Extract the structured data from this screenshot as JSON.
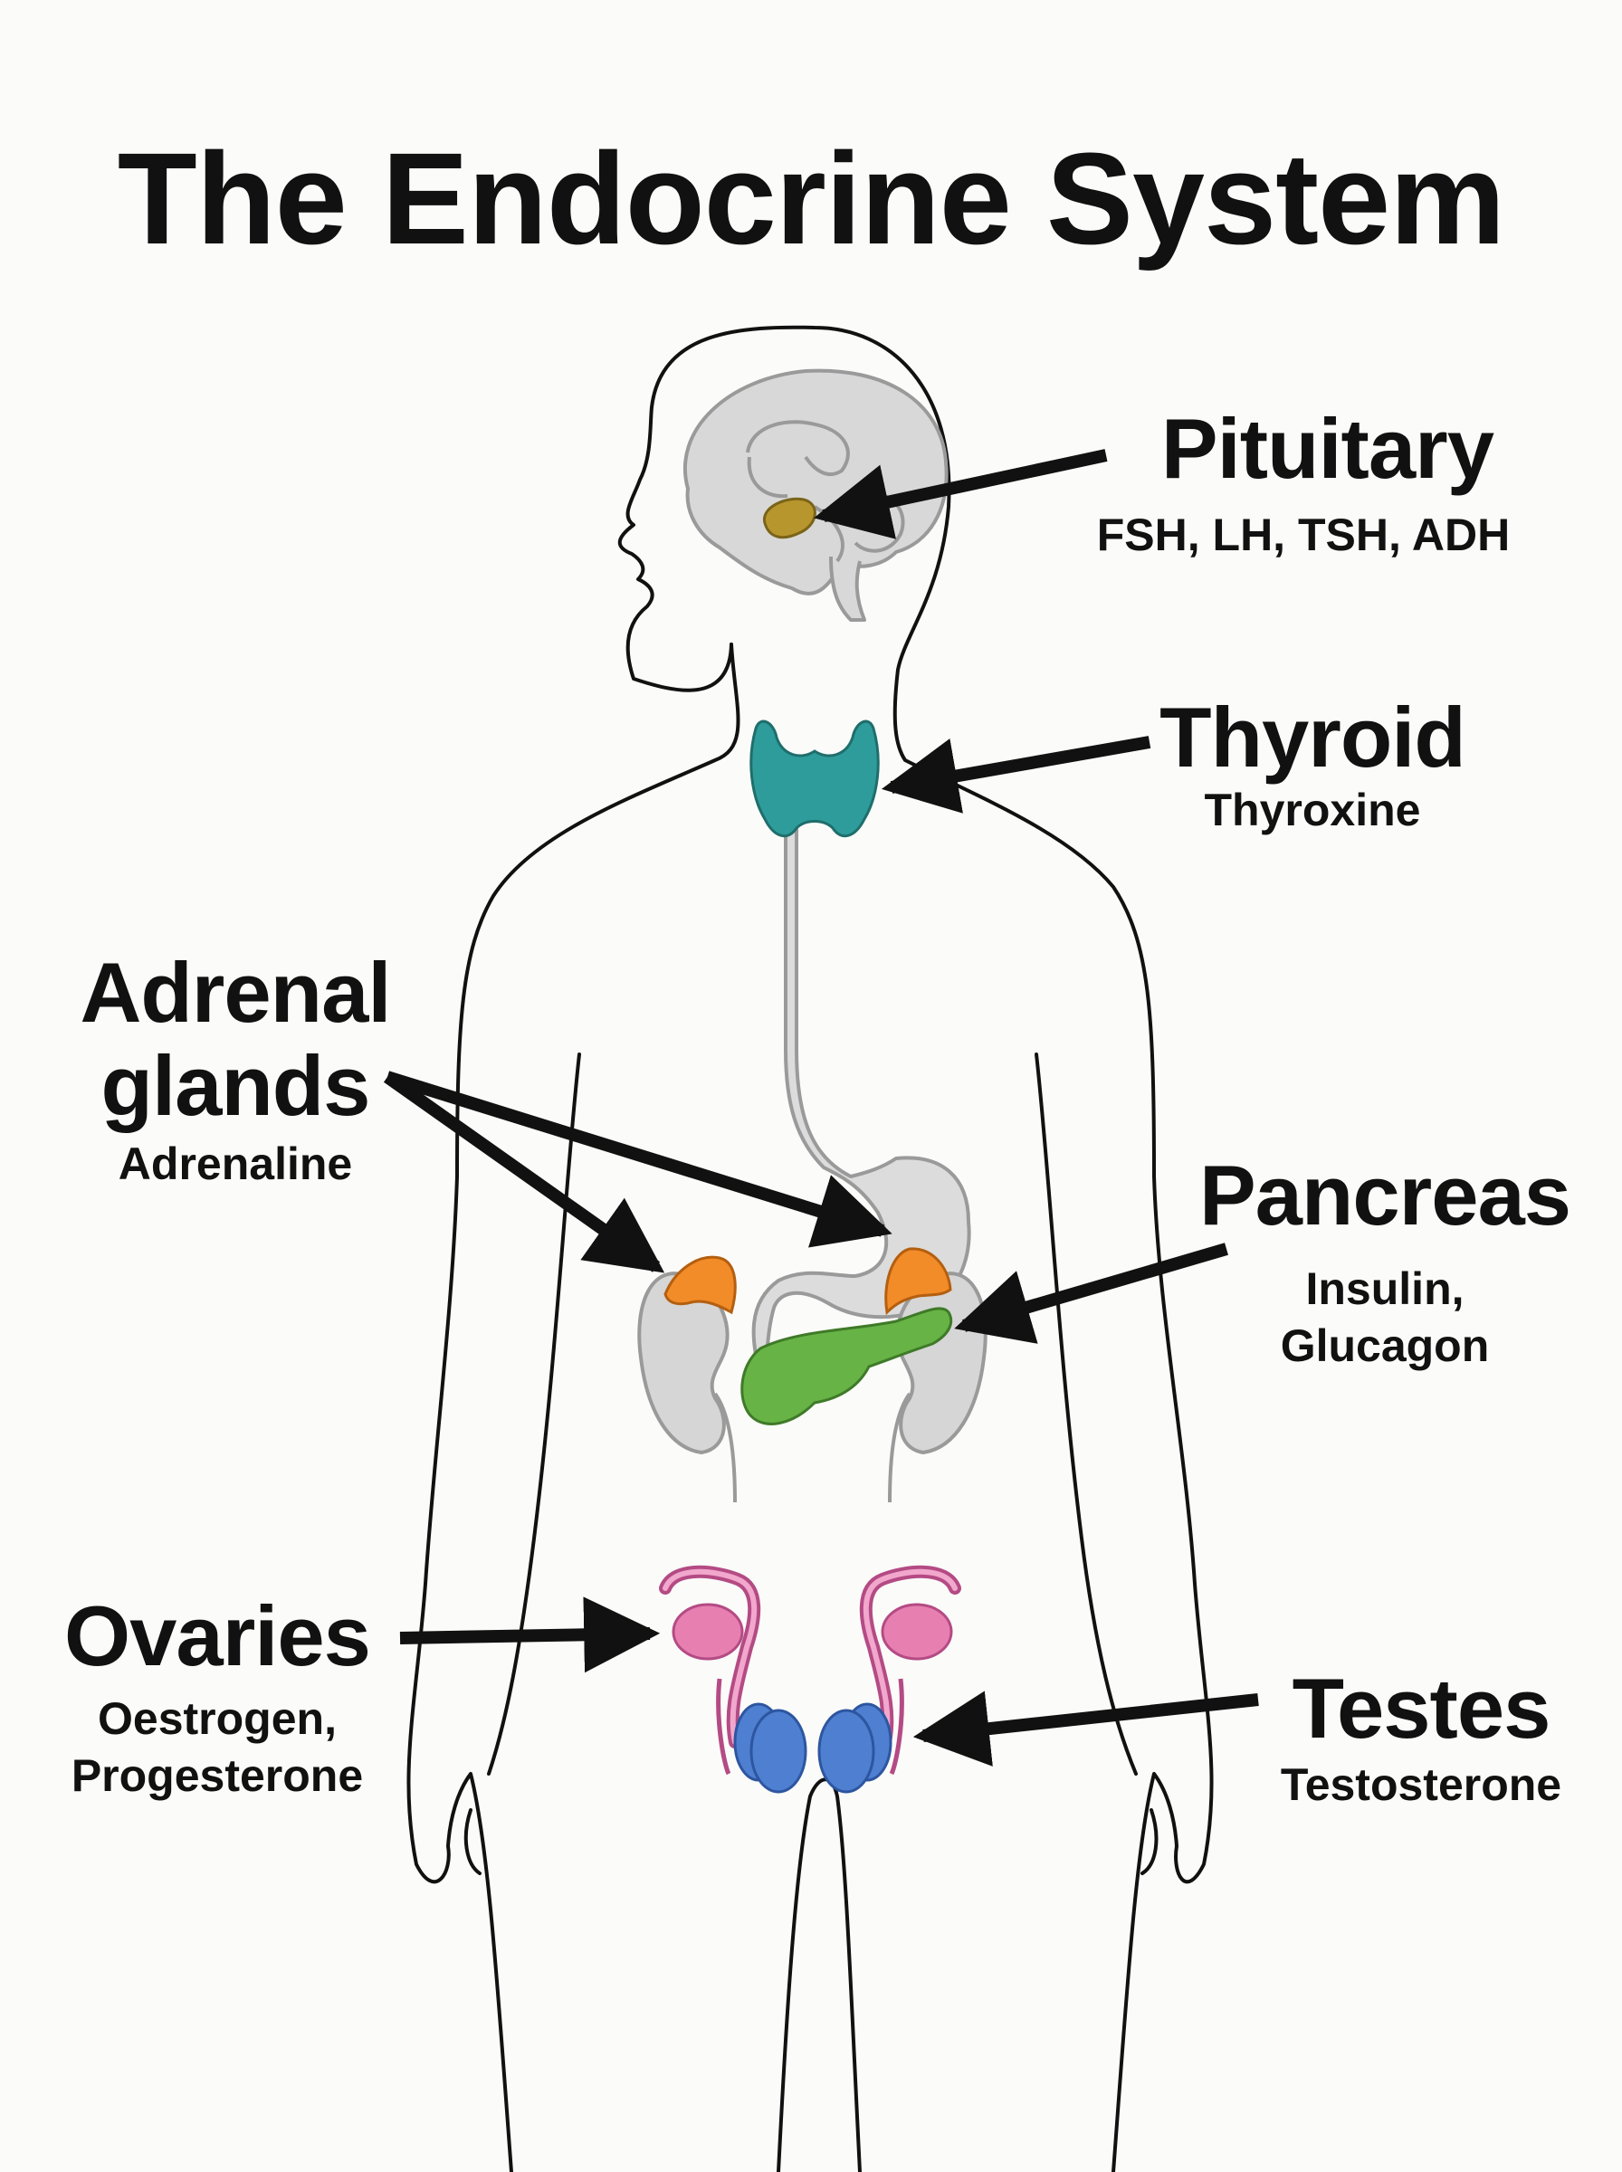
{
  "title": "The Endocrine System",
  "glands": {
    "pituitary": {
      "name": "Pituitary",
      "hormones": "FSH, LH, TSH, ADH",
      "color": "#b8962e"
    },
    "thyroid": {
      "name": "Thyroid",
      "hormones": "Thyroxine",
      "color": "#2e9c9a"
    },
    "adrenal": {
      "name": "Adrenal glands",
      "hormones": "Adrenaline",
      "color": "#f28c28"
    },
    "pancreas": {
      "name": "Pancreas",
      "hormones": "Insulin, Glucagon",
      "color": "#67b346"
    },
    "ovaries": {
      "name": "Ovaries",
      "hormones": "Oestrogen, Progesterone",
      "color": "#e77fb0"
    },
    "testes": {
      "name": "Testes",
      "hormones": "Testosterone",
      "color": "#4f7fd1"
    }
  },
  "colors": {
    "organ_grey": "#d8d8d8",
    "outline": "#111111",
    "arrow": "#111111"
  },
  "icons": {
    "body": "human-body-outline-icon",
    "brain": "brain-icon",
    "kidney": "kidney-icon",
    "stomach": "stomach-icon"
  }
}
